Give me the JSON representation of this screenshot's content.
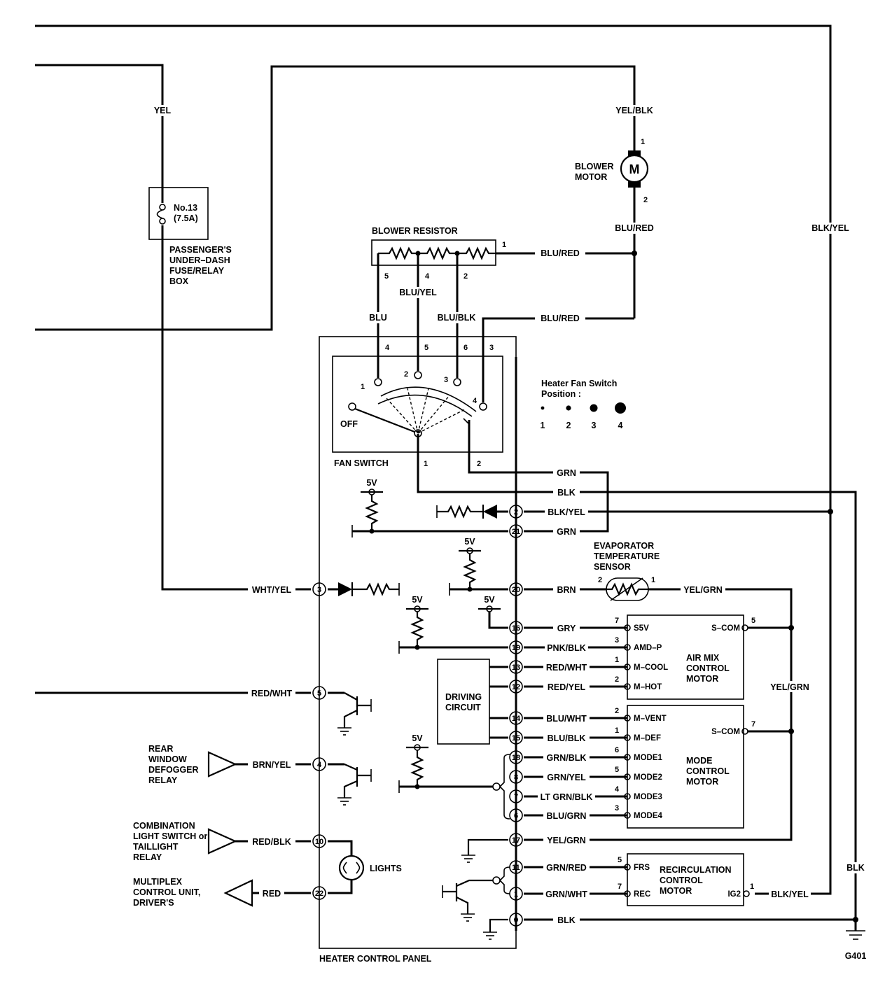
{
  "wire_colors": {
    "yel": "YEL",
    "yel_blk": "YEL/BLK",
    "blu_red_motor": "BLU/RED",
    "blu_red_res": "BLU/RED",
    "blu_red_sw": "BLU/RED",
    "blk_yel_right": "BLK/YEL",
    "blu": "BLU",
    "blu_yel": "BLU/YEL",
    "blu_blk_res": "BLU/BLK",
    "grn_1": "GRN",
    "blk_1": "BLK",
    "blk_yel_2": "BLK/YEL",
    "grn_21": "GRN",
    "wht_yel": "WHT/YEL",
    "brn": "BRN",
    "yel_grn_sensor": "YEL/GRN",
    "gry": "GRY",
    "pnk_blk": "PNK/BLK",
    "red_wht_13": "RED/WHT",
    "red_yel": "RED/YEL",
    "blu_wht": "BLU/WHT",
    "blu_blk_15": "BLU/BLK",
    "grn_blk": "GRN/BLK",
    "grn_yel": "GRN/YEL",
    "lt_grn_blk": "LT GRN/BLK",
    "blu_grn": "BLU/GRN",
    "yel_grn_17": "YEL/GRN",
    "grn_red": "GRN/RED",
    "grn_wht": "GRN/WHT",
    "blk_9": "BLK",
    "red_wht_5": "RED/WHT",
    "brn_yel": "BRN/YEL",
    "red_blk": "RED/BLK",
    "red": "RED",
    "yel_grn_vert": "YEL/GRN",
    "blk_yel_ig2": "BLK/YEL",
    "blk_ground": "BLK"
  },
  "components": {
    "fuse_line1": "No.13",
    "fuse_line2": "(7.5A)",
    "fuse_box": [
      "PASSENGER'S",
      "UNDER–DASH",
      "FUSE/RELAY",
      "BOX"
    ],
    "blower_motor": [
      "BLOWER",
      "MOTOR"
    ],
    "motor_symbol": "M",
    "blower_resistor": "BLOWER RESISTOR",
    "fan_switch": "FAN SWITCH",
    "off": "OFF",
    "fan_positions_title": [
      "Heater Fan Switch",
      "Position :"
    ],
    "fan_positions": [
      "1",
      "2",
      "3",
      "4"
    ],
    "evap_sensor": [
      "EVAPORATOR",
      "TEMPERATURE",
      "SENSOR"
    ],
    "driving_circuit": [
      "DRIVING",
      "CIRCUIT"
    ],
    "air_mix_motor": [
      "AIR MIX",
      "CONTROL",
      "MOTOR"
    ],
    "mode_motor": [
      "MODE",
      "CONTROL",
      "MOTOR"
    ],
    "recirc_motor": [
      "RECIRCULATION",
      "CONTROL",
      "MOTOR"
    ],
    "rear_window_relay": [
      "REAR",
      "WINDOW",
      "DEFOGGER",
      "RELAY"
    ],
    "combination_switch": [
      "COMBINATION",
      "LIGHT SWITCH or",
      "TAILLIGHT",
      "RELAY"
    ],
    "multiplex_unit": [
      "MULTIPLEX",
      "CONTROL UNIT,",
      "DRIVER'S"
    ],
    "lights": "LIGHTS",
    "heater_panel": "HEATER CONTROL PANEL",
    "ground": "G401",
    "five_v": "5V"
  },
  "motor_terminals": {
    "s5v": "S5V",
    "amd_p": "AMD–P",
    "m_cool": "M–COOL",
    "m_hot": "M–HOT",
    "s_com": "S–COM",
    "m_vent": "M–VENT",
    "m_def": "M–DEF",
    "mode1": "MODE1",
    "mode2": "MODE2",
    "mode3": "MODE3",
    "mode4": "MODE4",
    "frs": "FRS",
    "rec": "REC",
    "ig2": "IG2"
  },
  "pins": {
    "p2": "2",
    "p21": "21",
    "p3": "3",
    "p20": "20",
    "p16": "16",
    "p19": "19",
    "p13": "13",
    "p12": "12",
    "p5": "5",
    "p14": "14",
    "p15": "15",
    "p4": "4",
    "p18": "18",
    "p8": "8",
    "p7": "7",
    "p6": "6",
    "p10": "10",
    "p17": "17",
    "p11": "11",
    "p1": "1",
    "p22": "22",
    "p9": "9",
    "motor_1": "1",
    "motor_2": "2",
    "res_1": "1",
    "res_5": "5",
    "res_4": "4",
    "res_2": "2",
    "sw_4": "4",
    "sw_5": "5",
    "sw_6": "6",
    "sw_3": "3",
    "pos_1": "1",
    "pos_2": "2",
    "pos_3": "3",
    "pos_4": "4",
    "sw_out_1": "1",
    "sw_out_2": "2",
    "sensor_2": "2",
    "sensor_1": "1",
    "am_7": "7",
    "am_3": "3",
    "am_1": "1",
    "am_2": "2",
    "am_5": "5",
    "mc_2": "2",
    "mc_1": "1",
    "mc_6": "6",
    "mc_5": "5",
    "mc_4": "4",
    "mc_3": "3",
    "mc_7": "7",
    "rc_5": "5",
    "rc_7": "7",
    "rc_1": "1"
  }
}
